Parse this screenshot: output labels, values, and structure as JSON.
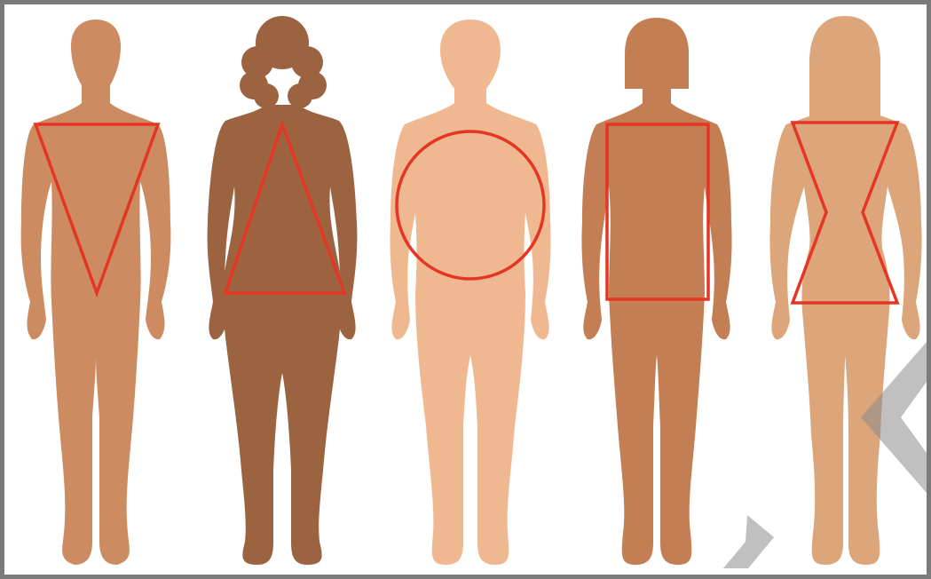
{
  "colors": {
    "frame_border": "#7a7a7a",
    "background": "#ffffff",
    "shape_outline": "#e53524",
    "skin_tones": [
      "#cd8b62",
      "#9b6340",
      "#f0b890",
      "#c47e54",
      "#dca57a"
    ],
    "watermark": "#8c8c8c"
  },
  "figures": [
    {
      "skin": "#cd8b62",
      "hair": "short",
      "shape": "inverted-triangle"
    },
    {
      "skin": "#9b6340",
      "hair": "curly",
      "shape": "triangle"
    },
    {
      "skin": "#f0b890",
      "hair": "short",
      "shape": "circle"
    },
    {
      "skin": "#c47e54",
      "hair": "bob",
      "shape": "rectangle"
    },
    {
      "skin": "#dca57a",
      "hair": "long",
      "shape": "hourglass"
    }
  ],
  "watermark": {
    "shape": "partial-x-mark"
  }
}
